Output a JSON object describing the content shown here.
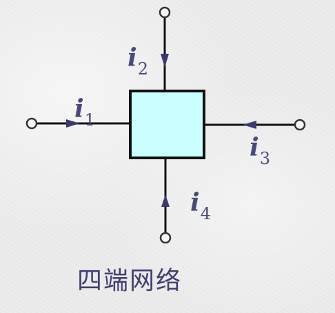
{
  "labels": {
    "i1": {
      "main": "i",
      "sub": "1"
    },
    "i2": {
      "main": "i",
      "sub": "2"
    },
    "i3": {
      "main": "i",
      "sub": "3"
    },
    "i4": {
      "main": "i",
      "sub": "4"
    }
  },
  "caption": "四端网络",
  "colors": {
    "box_fill": "#ccffff",
    "line": "#111111",
    "arrow": "#3a3a6e",
    "text": "#4a4a7a"
  }
}
